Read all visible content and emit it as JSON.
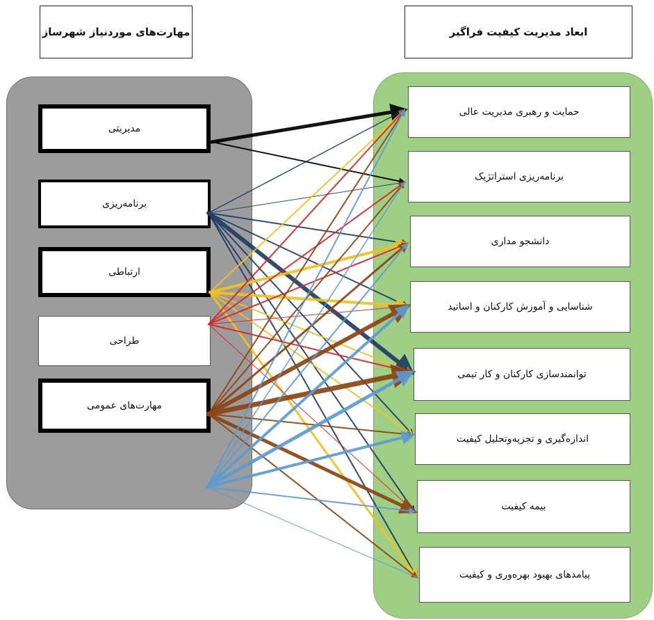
{
  "headers": {
    "left": "مهارت‌های موردنیاز شهرساز",
    "right": "ابعاد مدیریت کیفیت فراگیر"
  },
  "skills": [
    "مدیریتی",
    "برنامه‌ریزی",
    "ارتباطی",
    "طراحی",
    "مهارت‌های عمومی"
  ],
  "dimensions": [
    "حمایت و رهبری مدیریت عالی",
    "برنامه‌ریزی استراتژیک",
    "دانشجو مداری",
    "شناسایی و آموزش کارکنان و اساتید",
    "توانمندسازی کارکنان و کار تیمی",
    "اندازه‌گیری و تجزیه‌وتحلیل کیفیت",
    "بیمه کیفیت",
    "پیامدهای بهبود بهره‌وری و کیفیت"
  ],
  "colors": {
    "left_panel": "#9c9c9c",
    "right_panel": "#9fcf84",
    "management": "#000000",
    "planning": "#1f3d66",
    "communication": "#f2c21b",
    "design": "#e02020",
    "general": "#8b4513",
    "extra": "#5b9bd5"
  },
  "arrows": [
    {
      "from": "management",
      "to": 0,
      "w": 5
    },
    {
      "from": "management",
      "to": 1,
      "w": 2
    },
    {
      "from": "planning",
      "to": 0,
      "w": 1.5
    },
    {
      "from": "planning",
      "to": 1,
      "w": 1
    },
    {
      "from": "planning",
      "to": 2,
      "w": 2
    },
    {
      "from": "planning",
      "to": 3,
      "w": 2
    },
    {
      "from": "planning",
      "to": 4,
      "w": 6
    },
    {
      "from": "planning",
      "to": 5,
      "w": 2
    },
    {
      "from": "planning",
      "to": 6,
      "w": 2
    },
    {
      "from": "planning",
      "to": 7,
      "w": 2
    },
    {
      "from": "communication",
      "to": 0,
      "w": 2
    },
    {
      "from": "communication",
      "to": 2,
      "w": 4
    },
    {
      "from": "communication",
      "to": 3,
      "w": 4
    },
    {
      "from": "communication",
      "to": 4,
      "w": 2
    },
    {
      "from": "communication",
      "to": 5,
      "w": 2
    },
    {
      "from": "communication",
      "to": 7,
      "w": 3
    },
    {
      "from": "design",
      "to": 0,
      "w": 2
    },
    {
      "from": "design",
      "to": 1,
      "w": 2
    },
    {
      "from": "design",
      "to": 2,
      "w": 2
    },
    {
      "from": "design",
      "to": 3,
      "w": 1
    },
    {
      "from": "design",
      "to": 4,
      "w": 2
    },
    {
      "from": "design",
      "to": 6,
      "w": 1
    },
    {
      "from": "general",
      "to": 0,
      "w": 2
    },
    {
      "from": "general",
      "to": 1,
      "w": 2
    },
    {
      "from": "general",
      "to": 2,
      "w": 3
    },
    {
      "from": "general",
      "to": 3,
      "w": 6
    },
    {
      "from": "general",
      "to": 4,
      "w": 7
    },
    {
      "from": "general",
      "to": 5,
      "w": 2
    },
    {
      "from": "general",
      "to": 6,
      "w": 5
    },
    {
      "from": "general",
      "to": 7,
      "w": 2
    },
    {
      "from": "extra",
      "to": 0,
      "w": 2
    },
    {
      "from": "extra",
      "to": 1,
      "w": 1.5
    },
    {
      "from": "extra",
      "to": 2,
      "w": 2
    },
    {
      "from": "extra",
      "to": 3,
      "w": 4
    },
    {
      "from": "extra",
      "to": 4,
      "w": 5
    },
    {
      "from": "extra",
      "to": 5,
      "w": 4
    },
    {
      "from": "extra",
      "to": 6,
      "w": 2
    },
    {
      "from": "extra",
      "to": 7,
      "w": 1
    }
  ]
}
